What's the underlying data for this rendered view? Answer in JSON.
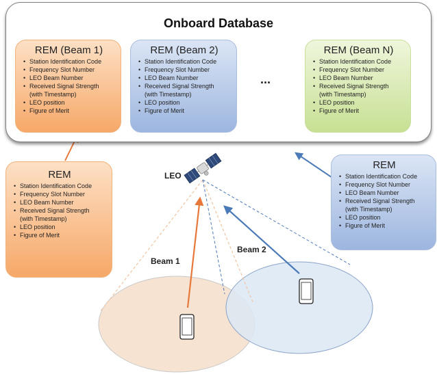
{
  "database": {
    "title": "Onboard Database",
    "ellipsis": "..."
  },
  "rem_fields": [
    "Station Identification Code",
    "Frequency Slot Number",
    "LEO Beam Number",
    "Received Signal Strength (with Timestamp)",
    "LEO position",
    "Figure of Merit"
  ],
  "onboard_rems": [
    {
      "title": "REM (Beam 1)",
      "color": "#f6a868",
      "items": [
        "Station Identification Code",
        "Frequency Slot Number",
        "LEO Beam Number",
        "Received Signal Strength",
        "(with Timestamp)",
        "LEO position",
        "Figure of Merit"
      ]
    },
    {
      "title": "REM (Beam 2)",
      "color": "#9db6df",
      "items": [
        "Station Identification Code",
        "Frequency Slot Number",
        "LEO Beam Number",
        "Received Signal Strength",
        "(with Timestamp)",
        "LEO position",
        "Figure of Merit"
      ]
    },
    {
      "title": "REM (Beam N)",
      "color": "#c7e093",
      "items": [
        "Station Identification Code",
        "Frequency Slot Number",
        "LEO Beam Number",
        "Received Signal Strength",
        "(with Timestamp)",
        "LEO position",
        "Figure of Merit"
      ]
    }
  ],
  "uplink_rems": [
    {
      "title": "REM",
      "color": "#f6a868",
      "items": [
        "Station Identification Code",
        "Frequency Slot Number",
        "LEO Beam Number",
        "Received Signal Strength",
        "(with Timestamp)",
        "LEO position",
        "Figure of Merit"
      ]
    },
    {
      "title": "REM",
      "color": "#9db6df",
      "items": [
        "Station Identification Code",
        "Frequency Slot Number",
        "LEO Beam Number",
        "Received Signal Strength",
        "(with Timestamp)",
        "LEO position",
        "Figure of Merit"
      ]
    }
  ],
  "labels": {
    "satellite": "LEO",
    "beam1": "Beam 1",
    "beam2": "Beam 2"
  },
  "colors": {
    "beam1": "#e8783a",
    "beam2": "#4a7ab8",
    "beam1_fill": "#f6e3d2",
    "beam2_fill": "#dce8f5"
  }
}
